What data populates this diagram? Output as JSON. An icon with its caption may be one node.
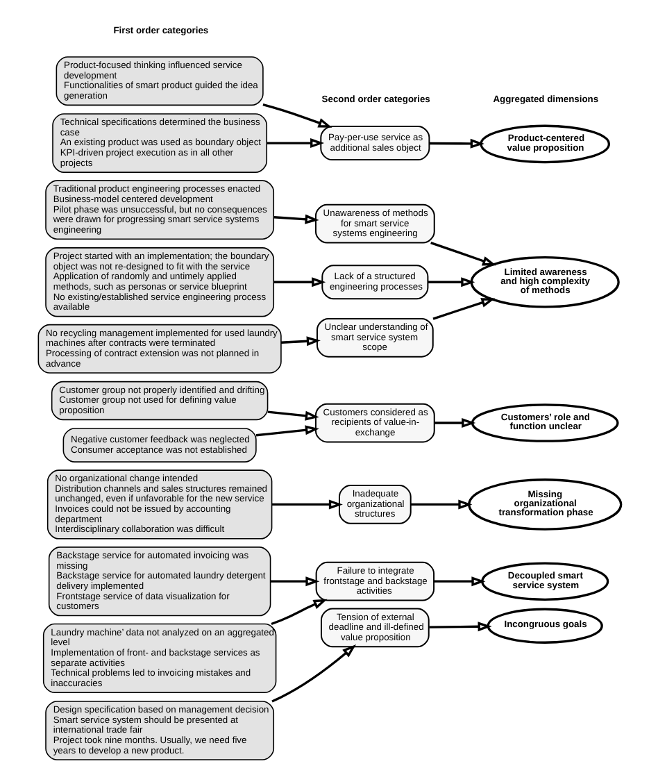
{
  "diagram": {
    "nodes": [
      {
        "text": [
          "Product-focused thinking influenced service development",
          "Functionalities of smart product guided the idea generation"
        ]
      },
      {
        "text": [
          "Technical specifications determined the business case",
          "An existing product was used as boundary object",
          "KPI-driven project execution as in all other projects"
        ]
      },
      {
        "text": [
          "Traditional product engineering processes enacted",
          "Business-model centered development",
          "Pilot phase was unsuccessful, but no consequences were drawn for progressing smart service systems engineering"
        ]
      },
      {
        "text": [
          "Project started with an implementation; the boundary object was not re-designed to fit with the service",
          "Application of randomly and untimely applied methods, such as personas or service blueprint",
          "No existing/established service engineering process available"
        ]
      },
      {
        "text": [
          "No recycling management implemented for used laundry machines after contracts were terminated",
          "Processing of contract extension was not planned in advance"
        ]
      },
      {
        "text": [
          "Customer group not properly identified and drifting",
          "Customer group not used for defining value proposition"
        ]
      },
      {
        "text": [
          "Negative customer feedback was neglected",
          "Consumer acceptance was not established"
        ]
      },
      {
        "text": [
          "No organizational change intended",
          "Distribution channels and sales structures remained unchanged, even if unfavorable for the new service",
          "Invoices could not be issued by accounting department",
          "Interdisciplinary collaboration was difficult"
        ]
      },
      {
        "text": [
          "Backstage service for automated invoicing was missing",
          "Backstage service for automated laundry detergent delivery implemented",
          "Frontstage service of data visualization for customers"
        ]
      },
      {
        "text": [
          "Laundry machine’ data not analyzed on an aggregated level",
          "Implementation of front- and backstage services as separate activities",
          "Technical problems led to invoicing mistakes and inaccuracies"
        ]
      },
      {
        "text": [
          "Design specification based on management decision",
          "Smart service system should be presented at international trade fair",
          "Project took nine months. Usually, we need five years to develop a new product."
        ]
      },
      {
        "text": [
          "Pay-per-use service as additional sales object"
        ]
      },
      {
        "text": [
          "Unawareness of methods for smart service systems engineering"
        ]
      },
      {
        "text": [
          "Lack of a structured engineering processes"
        ]
      },
      {
        "text": [
          "Unclear understanding of smart service system scope"
        ]
      },
      {
        "text": [
          "Customers considered as recipients of value-in-exchange"
        ]
      },
      {
        "text": [
          "Inadequate organizational structures"
        ]
      },
      {
        "text": [
          "Failure to integrate frontstage and backstage activities"
        ]
      },
      {
        "text": [
          "Tension of external deadline and ill-defined value proposition"
        ]
      },
      {
        "text": [
          "Product-centered value proposition"
        ]
      },
      {
        "text": [
          "Limited awareness and high complexity of methods"
        ]
      },
      {
        "text": [
          "Customers’ role and function unclear"
        ]
      },
      {
        "text": [
          "Missing organizational transformation phase"
        ]
      },
      {
        "text": [
          "Decoupled smart service system"
        ]
      },
      {
        "text": [
          "Incongruous goals"
        ]
      }
    ],
    "edges": [
      {
        "from": 0,
        "to": 11,
        "arrow": "to"
      },
      {
        "from": 1,
        "to": 11,
        "arrow": "to"
      },
      {
        "from": 2,
        "to": 12,
        "arrow": "to"
      },
      {
        "from": 3,
        "to": 13,
        "arrow": "to"
      },
      {
        "from": 4,
        "to": 14,
        "arrow": "to"
      },
      {
        "from": 5,
        "to": 15,
        "arrow": "to"
      },
      {
        "from": 6,
        "to": 15,
        "arrow": "to"
      },
      {
        "from": 7,
        "to": 16,
        "arrow": "to"
      },
      {
        "from": 8,
        "to": 17,
        "arrow": "to"
      },
      {
        "from": 9,
        "to": 17,
        "arrow": "to"
      },
      {
        "from": 10,
        "to": 18,
        "arrow": "to"
      },
      {
        "from": 11,
        "to": 19,
        "arrow": "to"
      },
      {
        "from": 12,
        "to": 20,
        "arrow": "to"
      },
      {
        "from": 13,
        "to": 20,
        "arrow": "to"
      },
      {
        "from": 14,
        "to": 20,
        "arrow": "to"
      },
      {
        "from": 15,
        "to": 21,
        "arrow": "to"
      },
      {
        "from": 16,
        "to": 22,
        "arrow": "to"
      },
      {
        "from": 17,
        "to": 23,
        "arrow": "to"
      },
      {
        "from": 18,
        "to": 24,
        "arrow": "to"
      }
    ],
    "labels": [
      "First order categories",
      "Second order categories",
      "Aggregated dimensions"
    ]
  }
}
